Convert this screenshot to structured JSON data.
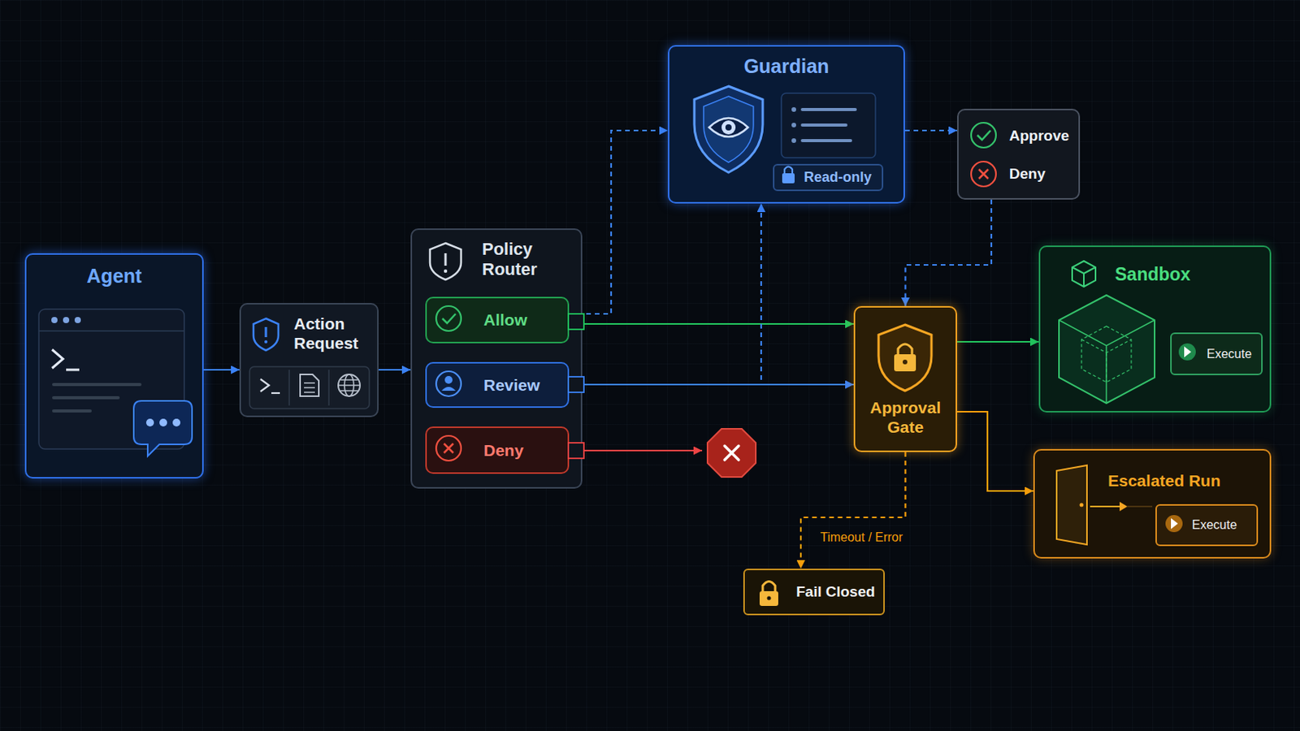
{
  "diagram": {
    "nodes": [
      {
        "text": [
          "Agent"
        ]
      },
      {
        "text": [
          "Action Request"
        ]
      },
      {
        "text": [
          "Policy Router"
        ]
      },
      {
        "text": [
          "Allow"
        ],
        "in": 2
      },
      {
        "text": [
          "Review"
        ],
        "in": 2
      },
      {
        "text": [
          "Deny"
        ],
        "in": 2
      },
      {
        "text": [
          "Guardian"
        ]
      },
      {
        "text": [
          "Read-only"
        ],
        "in": 6
      },
      {
        "text": [
          "Approve",
          "Deny"
        ]
      },
      {
        "text": [
          "Approval Gate"
        ]
      },
      {
        "text": [
          "Sandbox"
        ]
      },
      {
        "text": [
          "Execute"
        ],
        "in": 10
      },
      {
        "text": [
          "Escalated Run"
        ]
      },
      {
        "text": [
          "Execute"
        ],
        "in": 12
      },
      {
        "text": [
          "Fail Closed"
        ]
      }
    ],
    "edges": [
      {
        "from": 0,
        "to": 1,
        "arrow": "to"
      },
      {
        "from": 1,
        "to": 2,
        "arrow": "to"
      },
      {
        "from": 3,
        "to": 6,
        "arrow": "to"
      },
      {
        "from": 3,
        "to": 9,
        "arrow": "to"
      },
      {
        "from": 4,
        "to": 9,
        "arrow": "to"
      },
      {
        "from": 4,
        "to": 6,
        "arrow": "to"
      },
      {
        "from": 6,
        "to": 8,
        "arrow": "to"
      },
      {
        "from": 8,
        "to": 9,
        "arrow": "to"
      },
      {
        "from": 9,
        "to": 10,
        "arrow": "to"
      },
      {
        "from": 9,
        "to": 12,
        "arrow": "to"
      },
      {
        "from": 9,
        "to": 14,
        "label": "Timeout / Error",
        "arrow": "to"
      }
    ]
  }
}
